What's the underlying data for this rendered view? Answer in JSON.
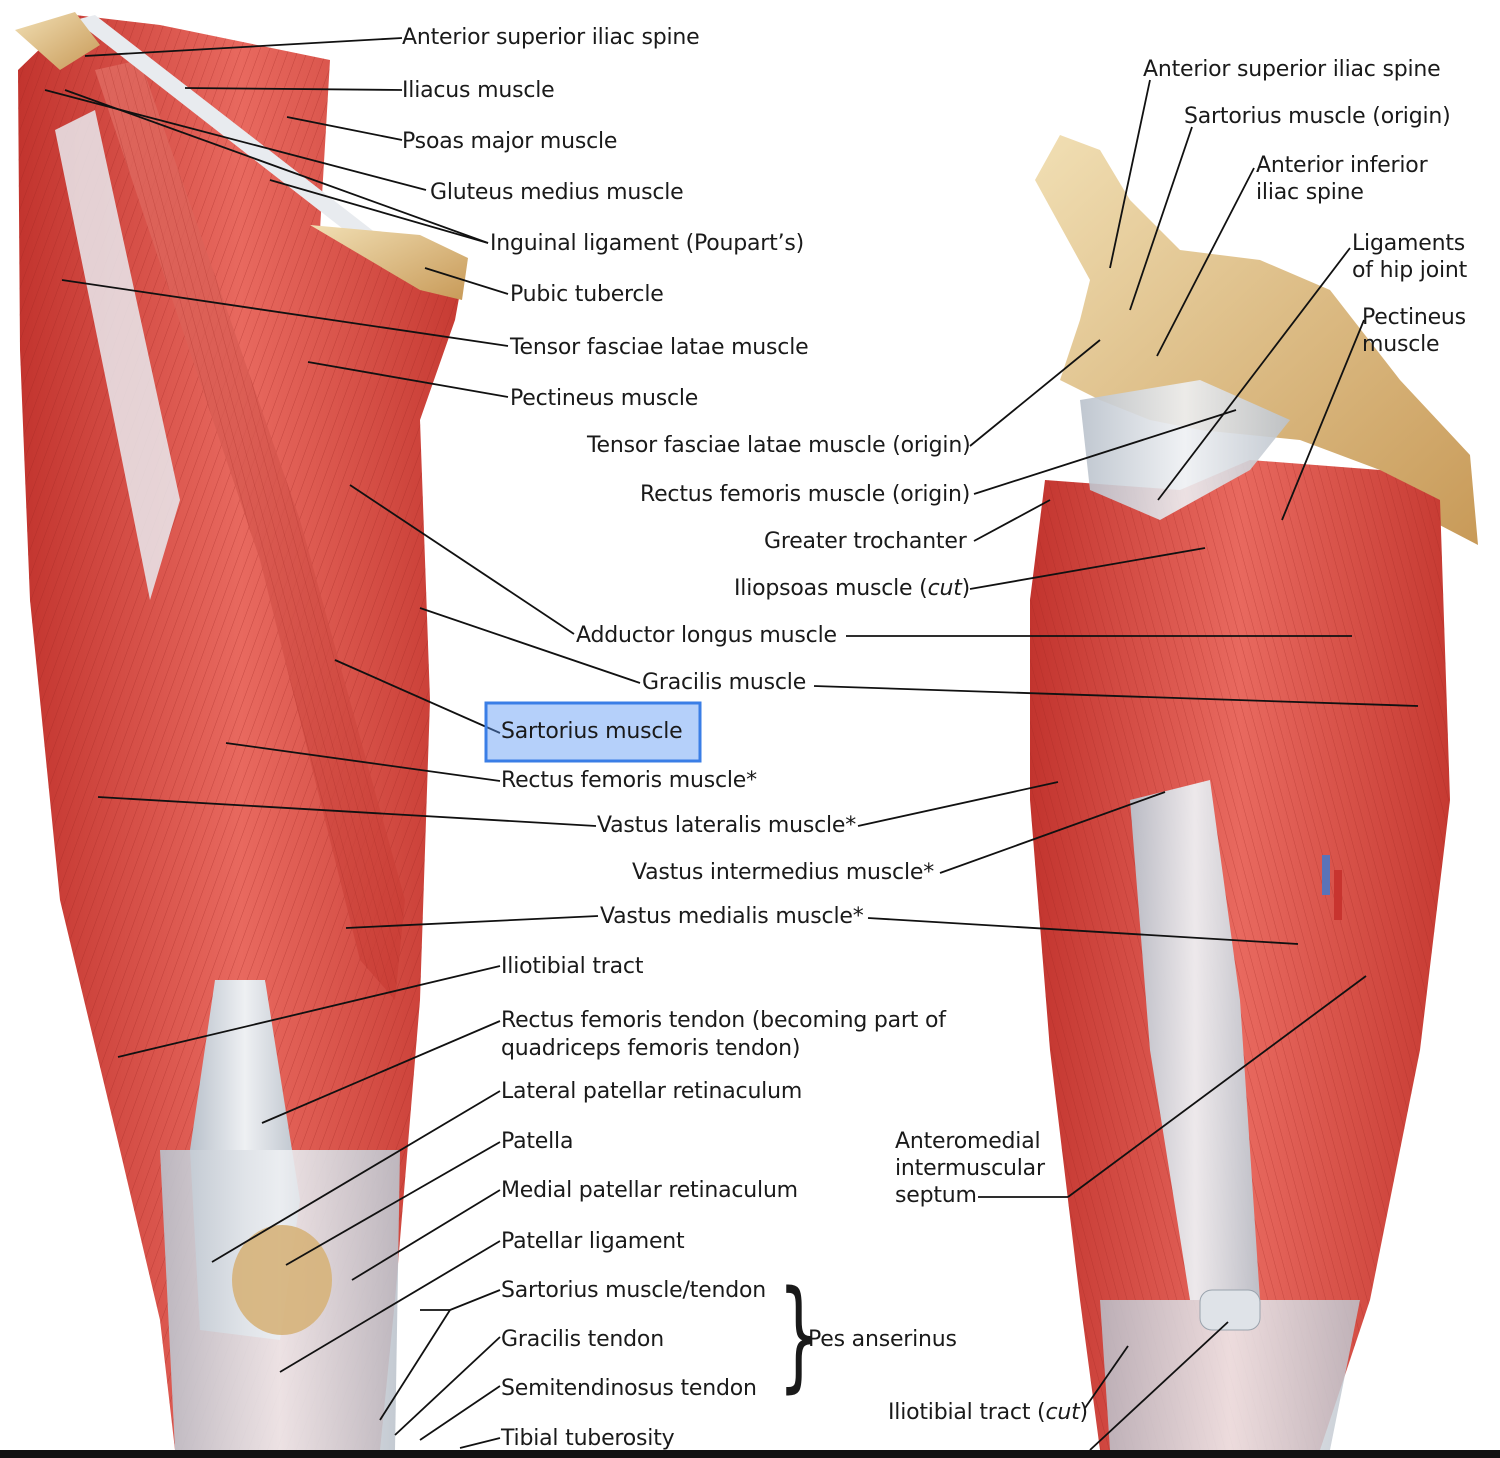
{
  "labels": {
    "asis_left": "Anterior superior iliac spine",
    "iliacus": "Iliacus muscle",
    "psoas": "Psoas major muscle",
    "gluteus_medius": "Gluteus medius muscle",
    "inguinal": "Inguinal ligament (Poupart’s)",
    "pubic_tubercle": "Pubic tubercle",
    "tfl": "Tensor fasciae latae muscle",
    "pectineus_left": "Pectineus muscle",
    "tfl_origin": "Tensor fasciae latae muscle (origin)",
    "rf_origin": "Rectus femoris muscle (origin)",
    "greater_trochanter": "Greater trochanter",
    "iliopsoas_a": "Iliopsoas muscle (",
    "iliopsoas_cut": "cut",
    "iliopsoas_b": ")",
    "adductor_longus": "Adductor longus muscle",
    "gracilis": "Gracilis muscle",
    "sartorius": "Sartorius muscle",
    "rectus_femoris": "Rectus femoris muscle*",
    "vastus_lateralis": "Vastus lateralis muscle*",
    "vastus_intermedius": "Vastus intermedius muscle*",
    "vastus_medialis": "Vastus medialis muscle*",
    "iliotibial": "Iliotibial tract",
    "rf_tendon_1": "Rectus femoris tendon (becoming part of",
    "rf_tendon_2": "quadriceps femoris tendon)",
    "lat_pat_ret": "Lateral patellar retinaculum",
    "patella": "Patella",
    "med_pat_ret": "Medial patellar retinaculum",
    "patellar_lig": "Patellar ligament",
    "sartorius_tendon": "Sartorius muscle/tendon",
    "gracilis_tendon": "Gracilis tendon",
    "semitendinosus": "Semitendinosus tendon",
    "tibial_tuberosity": "Tibial tuberosity",
    "pes_anserinus": "Pes anserinus",
    "asis_right": "Anterior superior iliac spine",
    "sartorius_origin": "Sartorius muscle (origin)",
    "aiis_1": "Anterior inferior",
    "aiis_2": "iliac spine",
    "lig_hip_1": "Ligaments",
    "lig_hip_2": "of hip joint",
    "pect_r_1": "Pectineus",
    "pect_r_2": "muscle",
    "ams_1": "Anteromedial",
    "ams_2": "intermuscular",
    "ams_3": "septum",
    "itt_cut_a": "Iliotibial tract (",
    "itt_cut_b": "cut",
    "itt_cut_c": ")"
  },
  "colors": {
    "muscle": "#d9473f",
    "muscle_light": "#ec8a80",
    "tendon": "#d8dde3",
    "bone": "#d4b177",
    "highlight": "#3a7ee6"
  }
}
